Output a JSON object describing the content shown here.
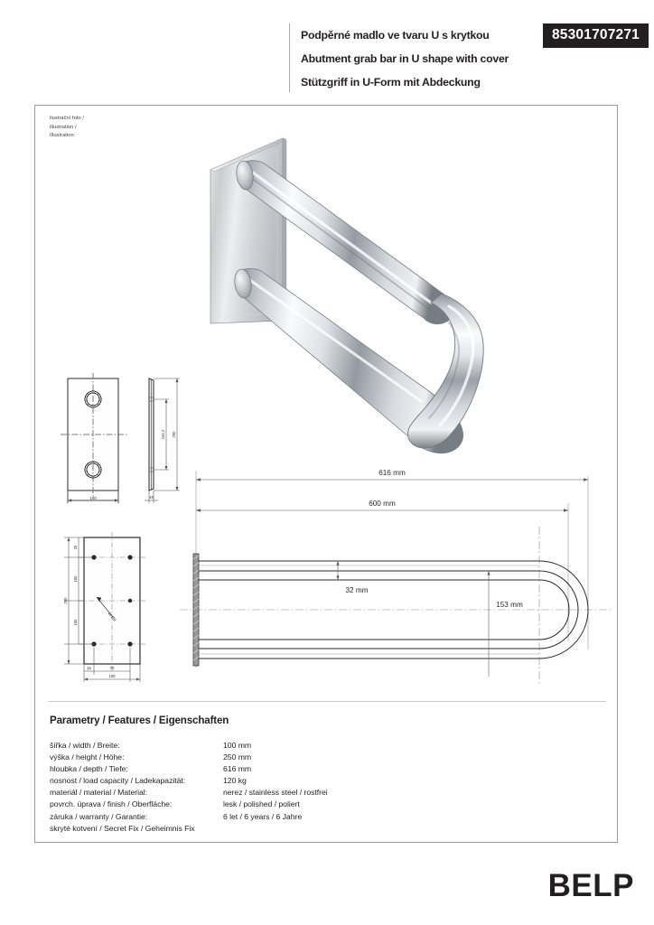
{
  "header": {
    "titles": [
      "Podpěrné madlo ve tvaru U s krytkou",
      "Abutment grab bar in U shape with cover",
      "Stützgriff in U-Form mit Abdeckung"
    ],
    "product_code": "85301707271"
  },
  "frame": {
    "illustration_label": "ilustrační foto /\nillustration /\nIllustration:"
  },
  "drawings": {
    "front_plate": {
      "name": "front-plate-view",
      "width_label": "100"
    },
    "side_plate": {
      "name": "side-plate-view",
      "height_label": "250",
      "inner_label": "164,2",
      "thickness_label": "16"
    },
    "hole_pattern": {
      "name": "hole-pattern-view",
      "top_offset": "25",
      "mid_spacing_top": "100",
      "mid_spacing_bottom": "100",
      "total_height": "250",
      "edge_offset": "15",
      "hole_spacing": "70",
      "total_width": "100",
      "callout": "4x Ø8"
    },
    "plan_view": {
      "name": "plan-view",
      "dim_overall": "616 mm",
      "dim_inner": "600 mm",
      "dim_tube": "32 mm",
      "dim_spread": "153 mm"
    }
  },
  "parameters": {
    "title": "Parametry / Features / Eigenschaften",
    "rows": [
      {
        "key": "šířka / width / Breite:",
        "value": "100 mm"
      },
      {
        "key": "výška / height / Höhe:",
        "value": "250 mm"
      },
      {
        "key": "hloubka / depth / Tiefe:",
        "value": "616 mm"
      },
      {
        "key": "nosnost / load capacity / Ladekapazität:",
        "value": "120 kg"
      },
      {
        "key": "materiál / material / Material:",
        "value": "nerez / stainless steel / rostfrei"
      },
      {
        "key": "povrch. úprava / finish / Oberfläche:",
        "value": "lesk / polished / poliert"
      },
      {
        "key": "záruka / warranty / Garantie:",
        "value": "6 let / 6 years / 6 Jahre"
      },
      {
        "key": "skryté kotvení / Secret Fix / Geheimnis Fix",
        "value": ""
      }
    ]
  },
  "footer": {
    "brand": "BELP"
  },
  "colors": {
    "ink": "#231f20",
    "badge_bg": "#231f20",
    "badge_fg": "#ffffff",
    "frame_border": "#9a9a9a",
    "divider": "#c9c9c9",
    "drawing_line": "#3a3a3a"
  }
}
